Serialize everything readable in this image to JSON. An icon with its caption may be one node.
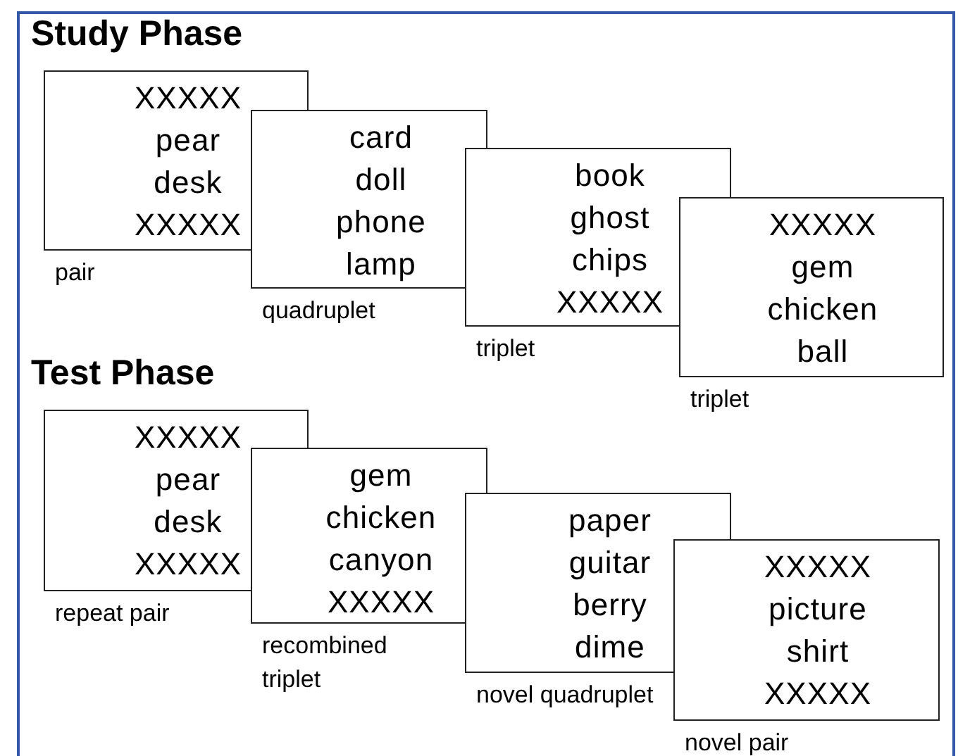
{
  "diagram": {
    "nodes": [
      {
        "text": [
          "XXXXX",
          "pear",
          "desk",
          "XXXXX"
        ],
        "beside": [
          "pair"
        ]
      },
      {
        "text": [
          "card",
          "doll",
          "phone",
          "lamp"
        ],
        "beside": [
          "quadruplet"
        ]
      },
      {
        "text": [
          "book",
          "ghost",
          "chips",
          "XXXXX"
        ],
        "beside": [
          "triplet"
        ]
      },
      {
        "text": [
          "XXXXX",
          "gem",
          "chicken",
          "ball"
        ],
        "beside": [
          "triplet"
        ]
      },
      {
        "text": [
          "XXXXX",
          "pear",
          "desk",
          "XXXXX"
        ],
        "beside": [
          "repeat pair"
        ]
      },
      {
        "text": [
          "gem",
          "chicken",
          "canyon",
          "XXXXX"
        ],
        "beside": [
          "recombined triplet"
        ]
      },
      {
        "text": [
          "paper",
          "guitar",
          "berry",
          "dime"
        ],
        "beside": [
          "novel quadruplet"
        ]
      },
      {
        "text": [
          "XXXXX",
          "picture",
          "shirt",
          "XXXXX"
        ],
        "beside": [
          "novel pair"
        ]
      }
    ],
    "labels": [
      "Study Phase",
      "Test Phase"
    ]
  }
}
